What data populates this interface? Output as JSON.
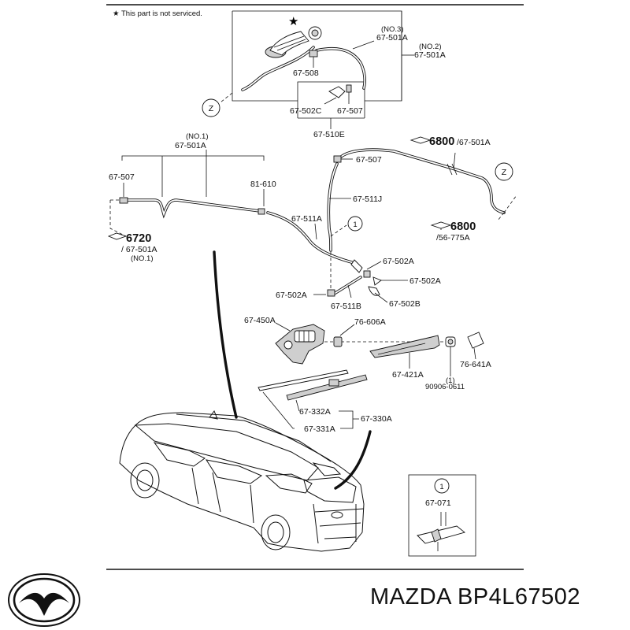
{
  "note": "★ This part is not serviced.",
  "circle_one": "1",
  "zone_z": "Z",
  "star": "★",
  "labels": {
    "top_no3": "(NO.3)",
    "top_501a": "67-501A",
    "top_no2": "(NO.2)",
    "top_501a_2": "67-501A",
    "p508": "67-508",
    "p502c": "67-502C",
    "p507_top": "67-507",
    "p510e": "67-510E",
    "no1": "(NO.1)",
    "p501a_no1": "67-501A",
    "p507_left": "67-507",
    "p81610": "81-610",
    "ref6800_a": "6800",
    "ref6800_a_sub": "/67-501A",
    "p507_right": "67-507",
    "p511j": "67-511J",
    "p511a": "67-511A",
    "ref6720": "6720",
    "ref6720_sub": "/ 67-501A",
    "ref6720_no": "(NO.1)",
    "ref6800_b": "6800",
    "ref6800_b_sub": "/56-775A",
    "p502a_1": "67-502A",
    "p502a_2": "67-502A",
    "p502a_3": "67-502A",
    "p511b": "67-511B",
    "p502b": "67-502B",
    "p450a": "67-450A",
    "p76606a": "76-606A",
    "p421a": "67-421A",
    "p76641a": "76-641A",
    "p90906": "90906-0611",
    "p90906_qty": "(1)",
    "p332a": "67-332A",
    "p330a": "67-330A",
    "p331a": "67-331A",
    "p071": "67-071"
  },
  "brand": {
    "name": "MAZDA",
    "part_number": "BP4L67502",
    "logo": "mazda-logo-icon"
  }
}
